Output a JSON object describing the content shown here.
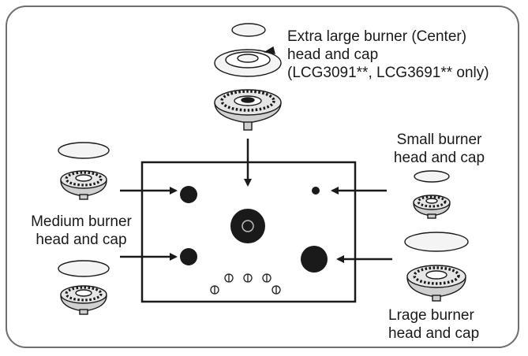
{
  "labels": {
    "extra_large": {
      "line1": "Extra large burner (Center)",
      "line2": "head and cap",
      "line3": "(LCG3091**, LCG3691** only)"
    },
    "small": {
      "line1": "Small burner",
      "line2": "head and cap"
    },
    "medium": {
      "line1": "Medium burner",
      "line2": "head and cap"
    },
    "large": {
      "line1": "Lrage burner",
      "line2": "head and cap"
    }
  },
  "colors": {
    "line": "#1a1a1a",
    "frame": "#6e6e6e",
    "part_fill": "#f4f4f4"
  }
}
